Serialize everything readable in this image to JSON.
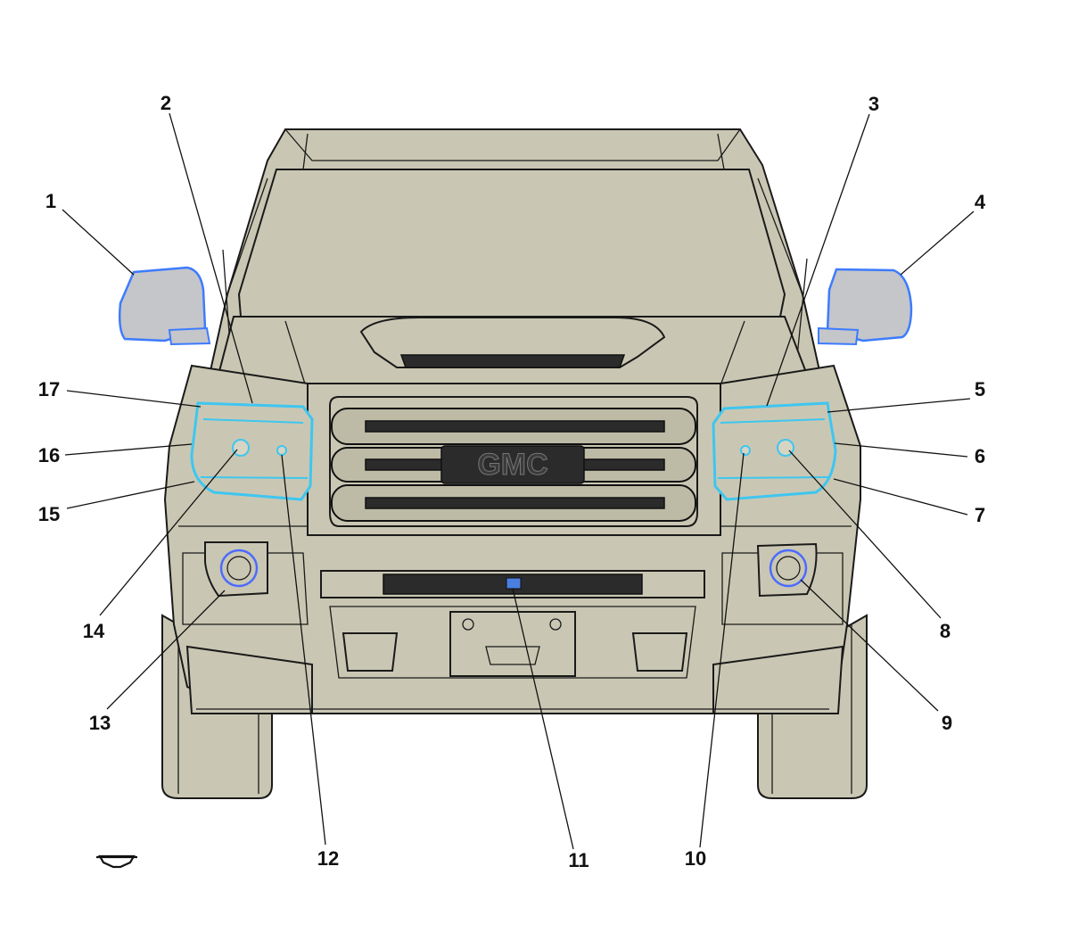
{
  "diagram": {
    "callouts": [
      {
        "num": "1",
        "label_id": "callout-1"
      },
      {
        "num": "2",
        "label_id": "callout-2"
      },
      {
        "num": "3",
        "label_id": "callout-3"
      },
      {
        "num": "4",
        "label_id": "callout-4"
      },
      {
        "num": "5",
        "label_id": "callout-5"
      },
      {
        "num": "6",
        "label_id": "callout-6"
      },
      {
        "num": "7",
        "label_id": "callout-7"
      },
      {
        "num": "8",
        "label_id": "callout-8"
      },
      {
        "num": "9",
        "label_id": "callout-9"
      },
      {
        "num": "10",
        "label_id": "callout-10"
      },
      {
        "num": "11",
        "label_id": "callout-11"
      },
      {
        "num": "12",
        "label_id": "callout-12"
      },
      {
        "num": "13",
        "label_id": "callout-13"
      },
      {
        "num": "14",
        "label_id": "callout-14"
      },
      {
        "num": "15",
        "label_id": "callout-15"
      },
      {
        "num": "16",
        "label_id": "callout-16"
      },
      {
        "num": "17",
        "label_id": "callout-17"
      }
    ],
    "badge": "GMC",
    "icons": [
      "front-view-arrow-icon"
    ],
    "colors": {
      "body": "#c9c7b3",
      "highlight_lamp": "#3ec6f0",
      "highlight_mirror": "#3d7bff",
      "outline": "#1a1a1a"
    }
  }
}
